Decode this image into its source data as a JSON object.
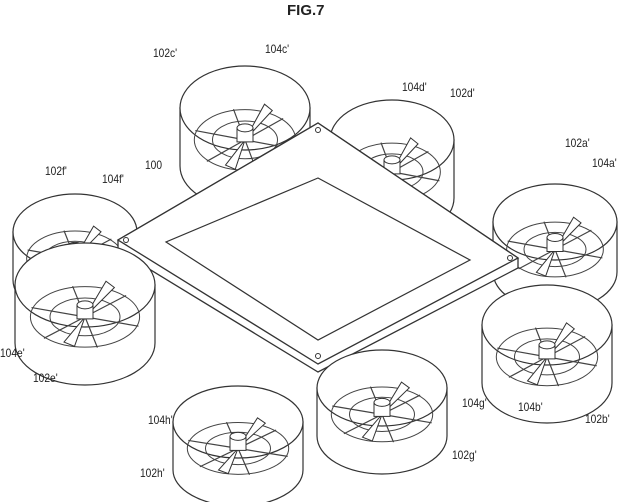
{
  "figure_title": "FIG.7",
  "labels": {
    "body": "100",
    "duct_a": "102a'",
    "rotor_a": "104a'",
    "duct_b": "102b'",
    "rotor_b": "104b'",
    "duct_c": "102c'",
    "rotor_c": "104c'",
    "duct_d": "102d'",
    "rotor_d": "104d'",
    "duct_e": "102e'",
    "rotor_e": "104e'",
    "duct_f": "102f'",
    "rotor_f": "104f'",
    "duct_g": "102g'",
    "rotor_g": "104g'",
    "duct_h": "102h'",
    "rotor_h": "104h'"
  }
}
